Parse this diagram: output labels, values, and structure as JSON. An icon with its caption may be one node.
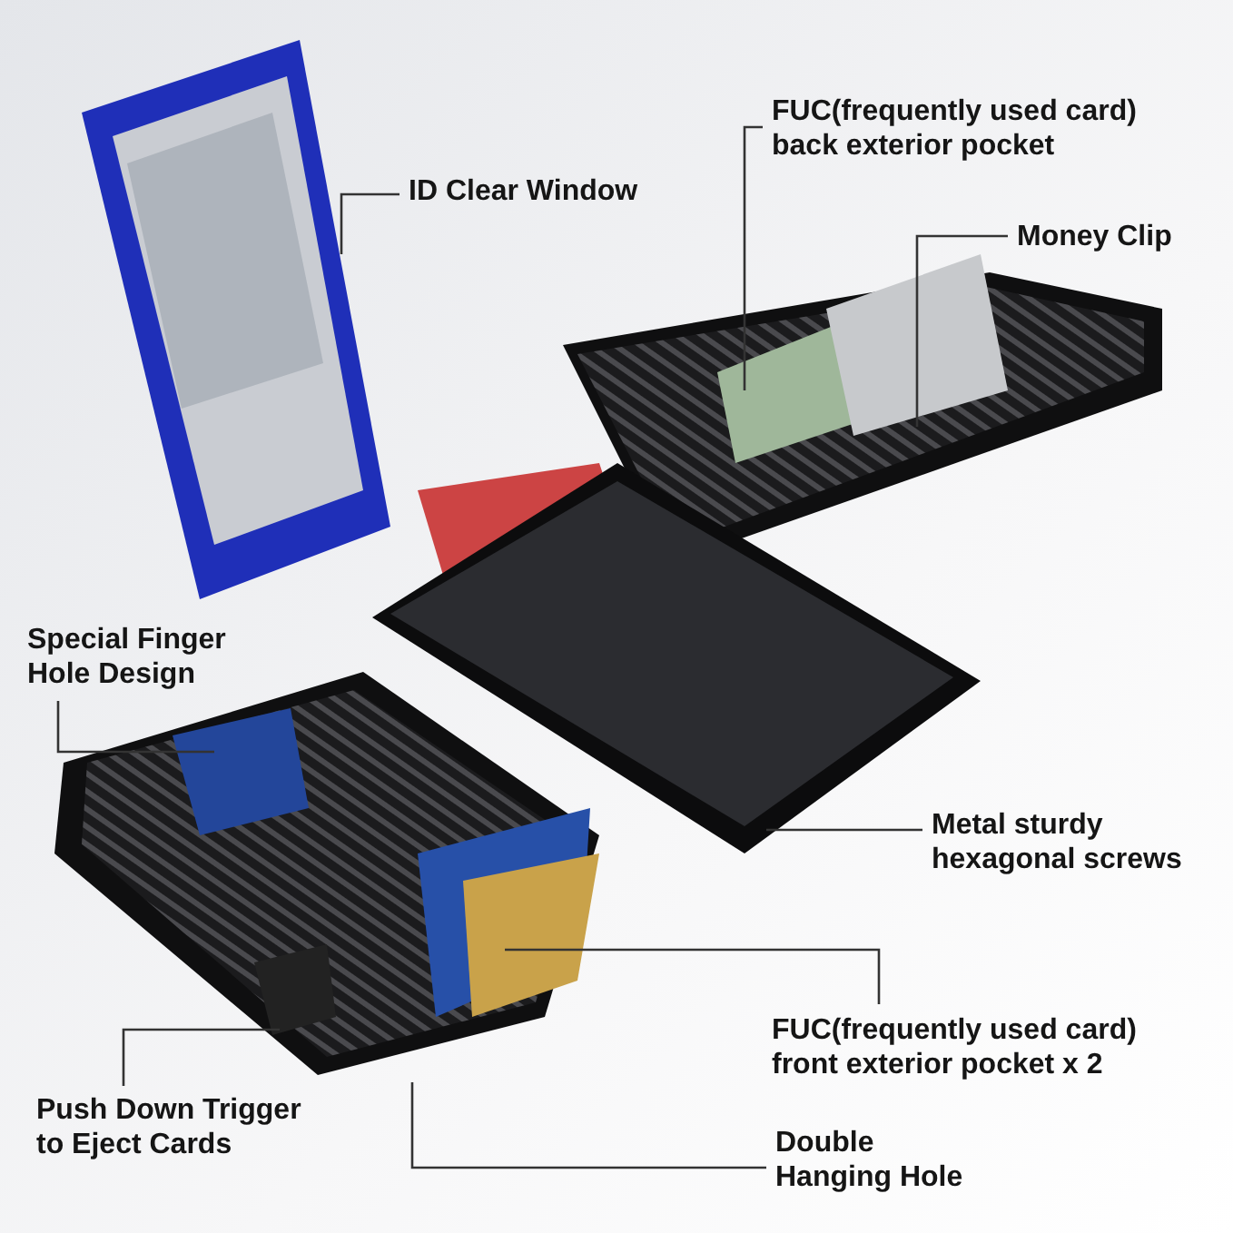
{
  "diagram": {
    "nodes": [
      {
        "text": [
          "ID Clear Window"
        ]
      },
      {
        "text": [
          "FUC(frequently used card) back exterior pocket"
        ]
      },
      {
        "text": [
          "Money Clip"
        ]
      },
      {
        "text": [
          "Special Finger Hole Design"
        ]
      },
      {
        "text": [
          "Metal sturdy hexagonal screws"
        ]
      },
      {
        "text": [
          "FUC(frequently used card) front exterior pocket x 2"
        ]
      },
      {
        "text": [
          "Push Down Trigger to Eject Cards"
        ]
      },
      {
        "text": [
          "Double Hanging Hole"
        ]
      }
    ],
    "edges": [
      {
        "from": 0,
        "to": null,
        "arrow": "none"
      },
      {
        "from": 1,
        "to": null,
        "arrow": "none"
      },
      {
        "from": 2,
        "to": null,
        "arrow": "none"
      },
      {
        "from": 3,
        "to": null,
        "arrow": "none"
      },
      {
        "from": 4,
        "to": null,
        "arrow": "none"
      },
      {
        "from": 5,
        "to": null,
        "arrow": "none"
      },
      {
        "from": 6,
        "to": null,
        "arrow": "none"
      },
      {
        "from": 7,
        "to": null,
        "arrow": "none"
      }
    ]
  }
}
